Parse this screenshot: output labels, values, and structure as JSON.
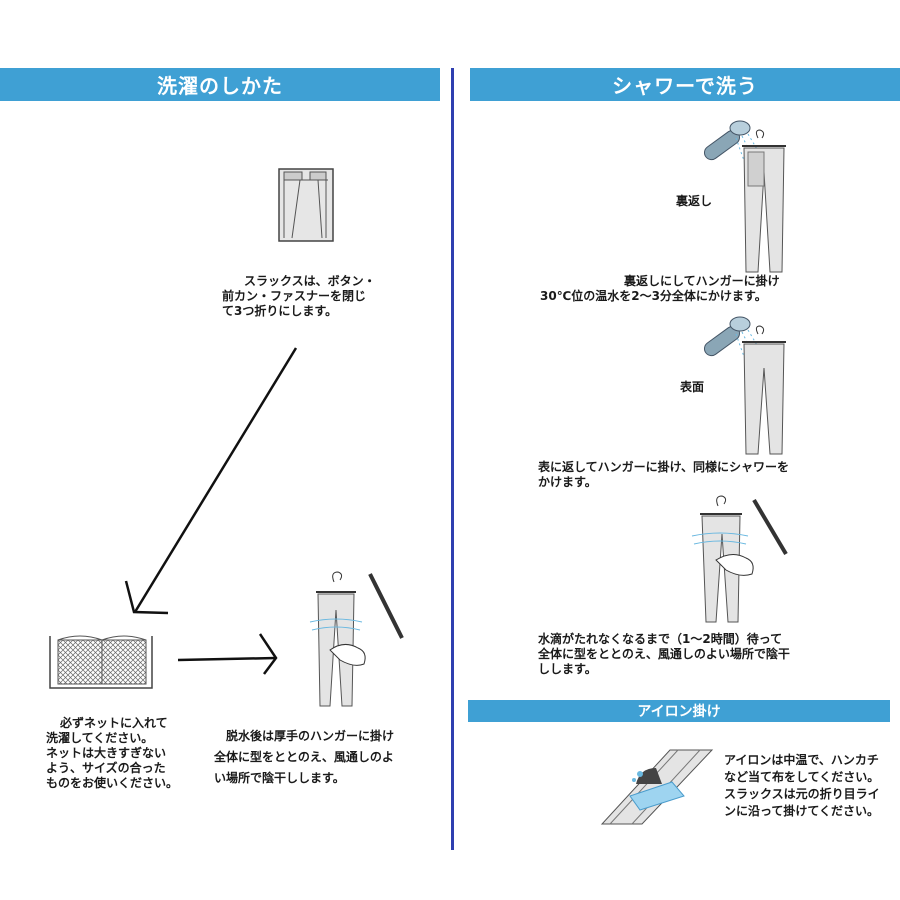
{
  "left": {
    "title": "洗濯のしかた",
    "step1": [
      "スラックスは、ボタン・",
      "前カン・ファスナーを閉じ",
      "て3つ折りにします。"
    ],
    "step2": [
      "必ずネットに入れて",
      "洗濯してください。",
      "ネットは大きすぎない",
      "よう、サイズの合った",
      "ものをお使いください。"
    ],
    "step3": [
      "脱水後は厚手のハンガーに掛け",
      "全体に型をととのえ、風通しのよ",
      "い場所で陰干しします。"
    ]
  },
  "right": {
    "title": "シャワーで洗う",
    "label_inside": "裏返し",
    "step1": [
      "裏返しにしてハンガーに掛け",
      "30℃位の温水を2～3分全体にかけます。"
    ],
    "label_front": "表面",
    "step2": [
      "表に返してハンガーに掛け、同様にシャワーを",
      "かけます。"
    ],
    "step3": [
      "水滴がたれなくなるまで（1～2時間）待って",
      "全体に型をととのえ、風通しのよい場所で陰干",
      "しします。"
    ],
    "iron_title": "アイロン掛け",
    "iron_text": [
      "アイロンは中温で、ハンカチ",
      "など当て布をしてください。",
      "スラックスは元の折り目ライ",
      "ンに沿って掛けてください。"
    ]
  },
  "colors": {
    "accent": "#3fa0d4",
    "divider": "#2f3fb0"
  }
}
